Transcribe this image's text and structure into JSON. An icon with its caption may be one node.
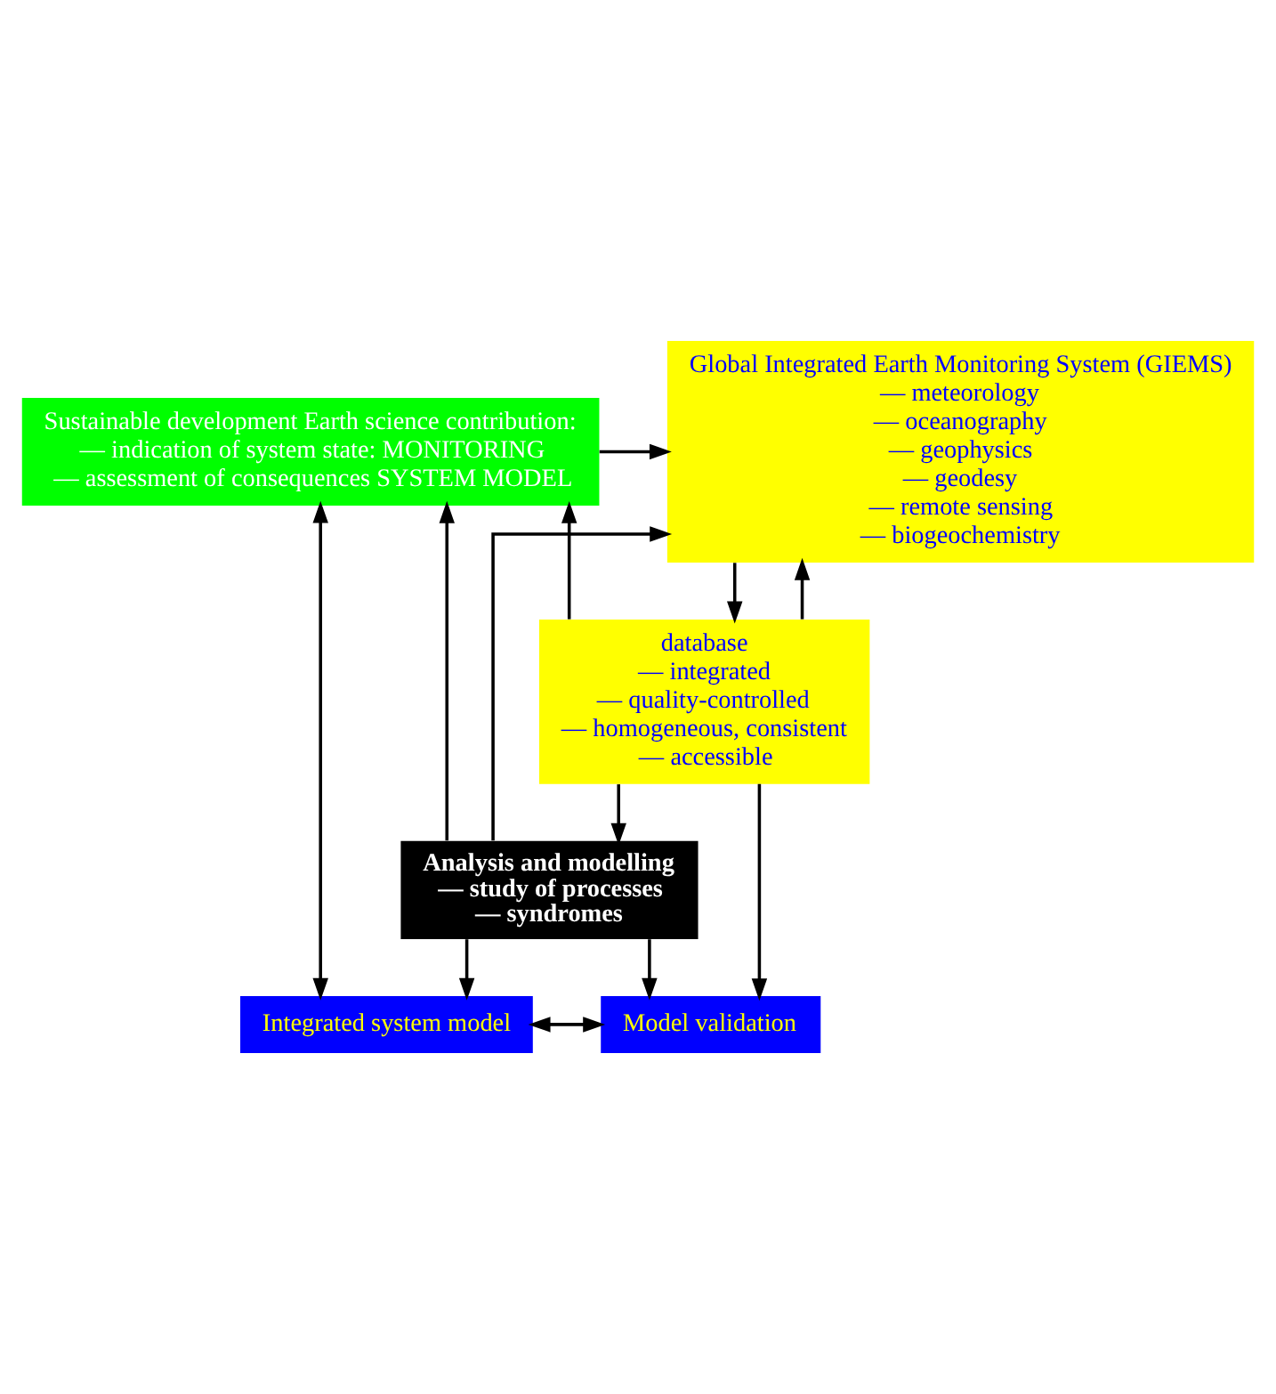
{
  "diagram": {
    "nodes": [
      {
        "text": [
          "Sustainable development Earth science contribution:",
          "— indication of system state: MONITORING",
          "— assessment of consequences SYSTEM MODEL"
        ]
      },
      {
        "text": [
          "Global Integrated Earth Monitoring System (GIEMS)",
          "— meteorology",
          "— oceanography",
          "— geophysics",
          "— geodesy",
          "— remote sensing",
          "— biogeochemistry"
        ]
      },
      {
        "text": [
          "database",
          "— integrated",
          "— quality-controlled",
          "— homogeneous, consistent",
          "— accessible"
        ]
      },
      {
        "text": [
          "Analysis and modelling",
          "— study of processes",
          "— syndromes"
        ]
      },
      {
        "text": [
          "Integrated system model"
        ]
      },
      {
        "text": [
          "Model validation"
        ]
      }
    ],
    "edges": [
      {
        "from": 0,
        "to": 1,
        "arrow": "to"
      },
      {
        "from": 3,
        "to": 0,
        "arrow": "to"
      },
      {
        "from": 3,
        "to": 1,
        "arrow": "to"
      },
      {
        "from": 2,
        "to": 0,
        "arrow": "to"
      },
      {
        "from": 2,
        "to": 1,
        "arrow": "to"
      },
      {
        "from": 1,
        "to": 2,
        "arrow": "to"
      },
      {
        "from": 2,
        "to": 3,
        "arrow": "to"
      },
      {
        "from": 2,
        "to": 5,
        "arrow": "to"
      },
      {
        "from": 0,
        "to": 4,
        "arrow": "both"
      },
      {
        "from": 3,
        "to": 4,
        "arrow": "to"
      },
      {
        "from": 3,
        "to": 5,
        "arrow": "to"
      },
      {
        "from": 4,
        "to": 5,
        "arrow": "both"
      }
    ]
  }
}
